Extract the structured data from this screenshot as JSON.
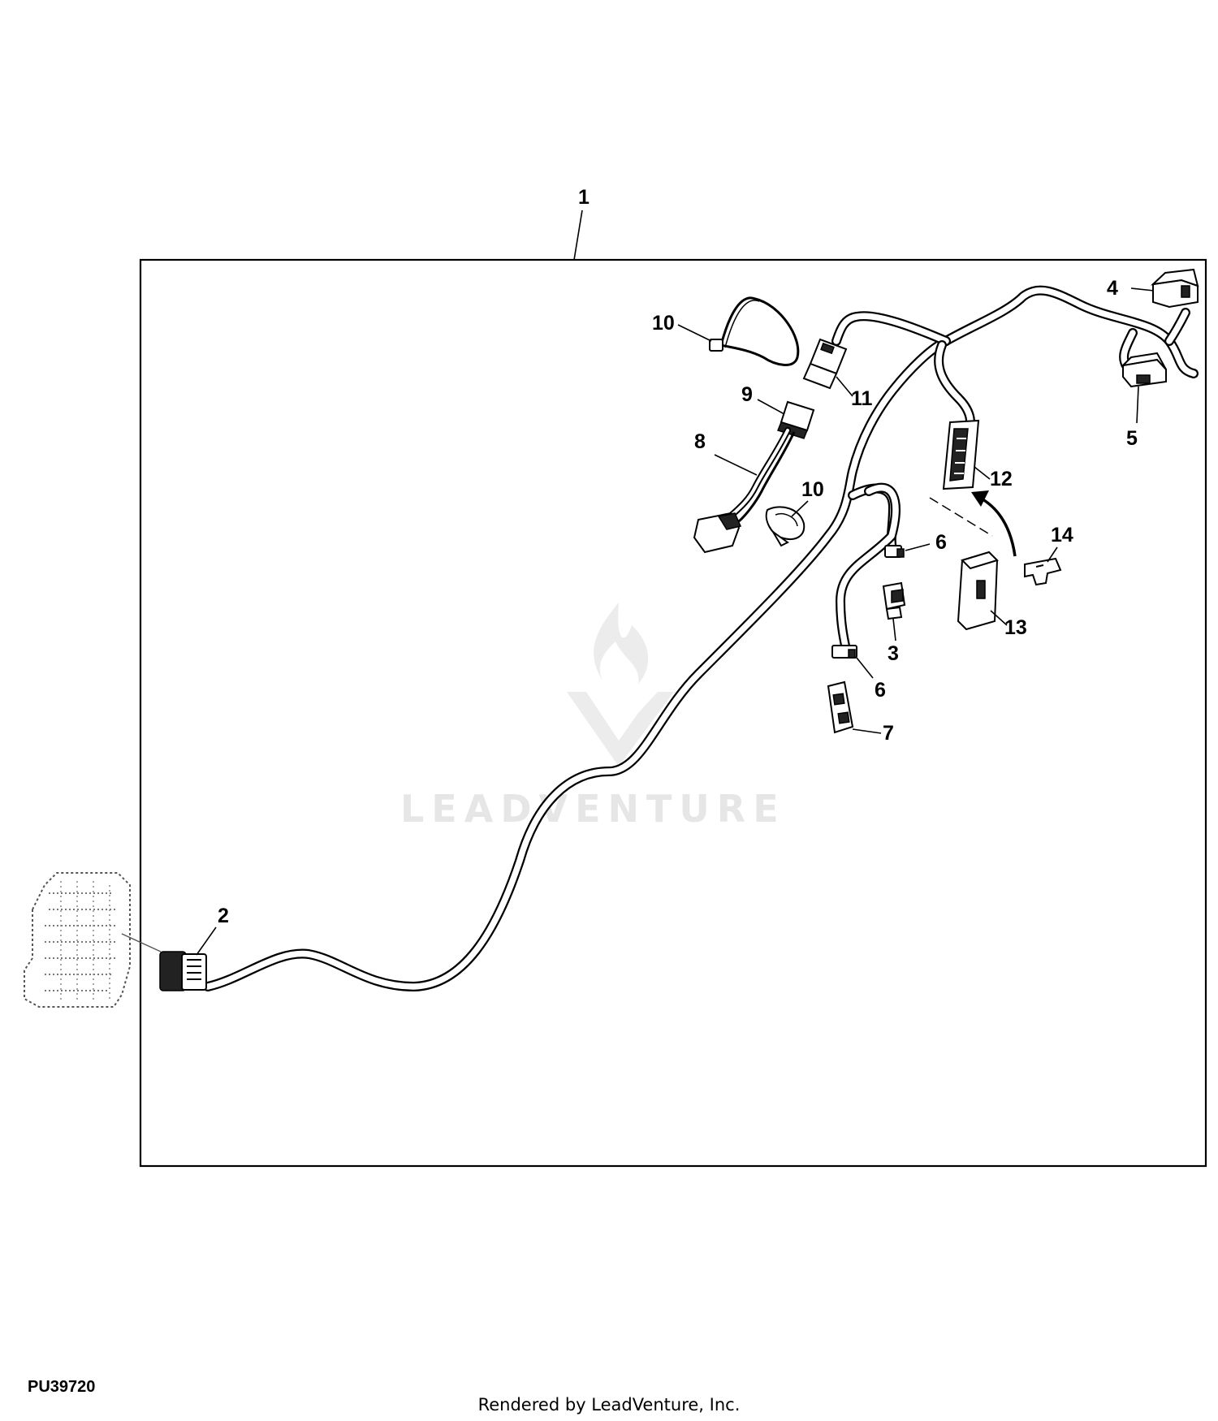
{
  "diagram": {
    "callouts": {
      "c1": "1",
      "c2": "2",
      "c3": "3",
      "c4": "4",
      "c5": "5",
      "c6a": "6",
      "c6b": "6",
      "c7": "7",
      "c8": "8",
      "c9": "9",
      "c10a": "10",
      "c10b": "10",
      "c11": "11",
      "c12": "12",
      "c13": "13",
      "c14": "14"
    },
    "watermark": {
      "brand": "LEADVENTURE"
    },
    "figure_code": "PU39720",
    "credit": "Rendered by LeadVenture, Inc."
  }
}
